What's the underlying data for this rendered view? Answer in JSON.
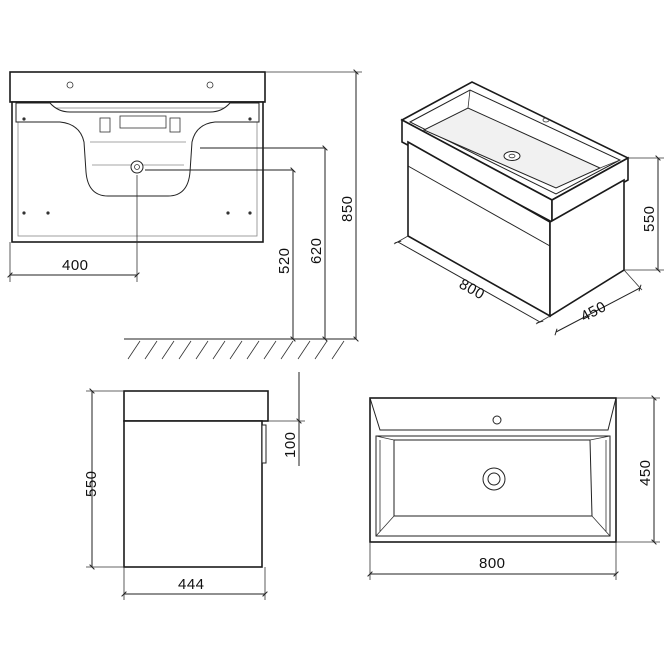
{
  "dimensions": {
    "front_width": "400",
    "height_520": "520",
    "height_620": "620",
    "height_850": "850",
    "iso_height": "550",
    "iso_width": "800",
    "iso_depth": "450",
    "side_height": "550",
    "side_depth": "444",
    "side_top": "100",
    "top_depth": "450",
    "top_width": "800"
  }
}
